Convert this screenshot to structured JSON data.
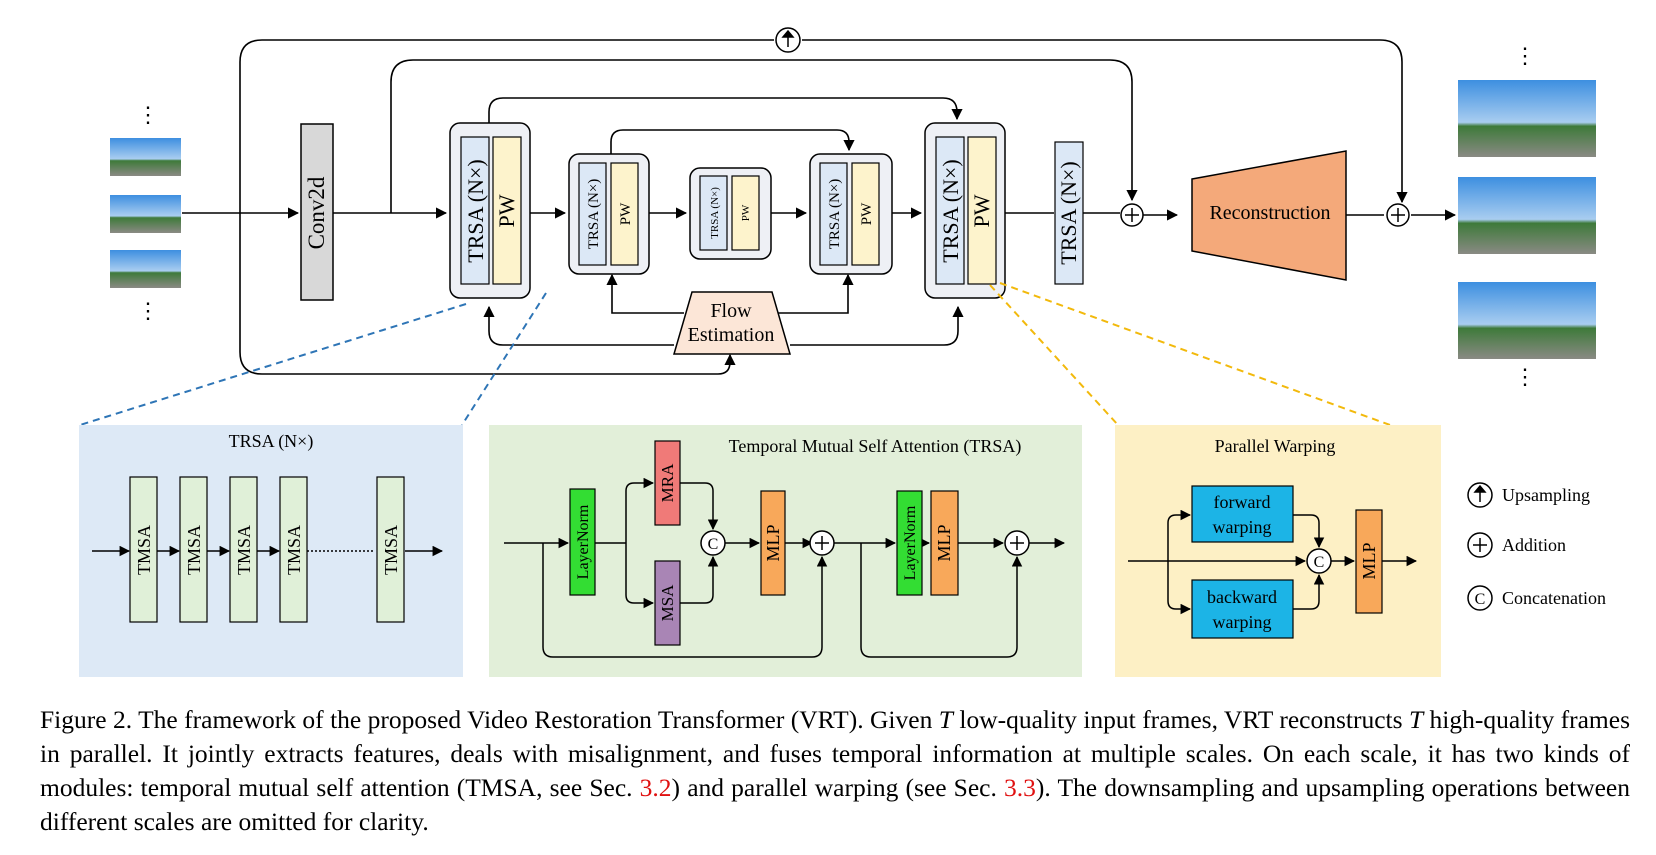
{
  "figure": {
    "conv": "Conv2d",
    "trsa_nx": "TRSA (N×)",
    "pw": "PW",
    "flow_line1": "Flow",
    "flow_line2": "Estimation",
    "reconstruction": "Reconstruction",
    "dots": "⋮",
    "panels": {
      "left_title": "TRSA (N×)",
      "tmsa": "TMSA",
      "middle_title": "Temporal Mutual Self Attention (TRSA)",
      "layernorm": "LayerNorm",
      "mra": "MRA",
      "msa": "MSA",
      "mlp": "MLP",
      "right_title": "Parallel Warping",
      "forward_1": "forward",
      "forward_2": "warping",
      "backward_1": "backward",
      "backward_2": "warping"
    },
    "legend": {
      "upsampling": "Upsampling",
      "addition": "Addition",
      "concatenation": "Concatenation"
    },
    "colors": {
      "trsa_blue": "#dce8f6",
      "pw_yellow": "#fdf3cc",
      "group_bg": "#eef0f5",
      "conv_gray": "#d8d8d8",
      "recon_orange": "#f4a97a",
      "flow_peach": "#fce6d7",
      "panel_blue": "#dde9f6",
      "panel_green": "#e2efd9",
      "panel_yellow": "#fdf0c5",
      "tmsa_green": "#e0f0d8",
      "layernorm_green": "#33dd33",
      "mra_red": "#f07a78",
      "msa_purple": "#a985b5",
      "mlp_orange": "#f8a85a",
      "warp_cyan": "#1cb4e6",
      "zoom_blue": "#2e75b6",
      "zoom_gold": "#f2b90c"
    }
  },
  "caption": {
    "figure_label": "Figure 2.",
    "t1": " The framework of the proposed Video Restoration Transformer (VRT). Given ",
    "T": "T",
    "t2": " low-quality input frames, VRT reconstructs ",
    "t3": " high-quality frames in parallel. It jointly extracts features, deals with misalignment, and fuses temporal information at multiple scales. On each scale, it has two kinds of modules: temporal mutual self attention (TMSA, see Sec. ",
    "ref1": "3.2",
    "t4": ") and parallel warping (see Sec. ",
    "ref2": "3.3",
    "t5": "). The downsampling and upsampling operations between different scales are omitted for clarity."
  }
}
